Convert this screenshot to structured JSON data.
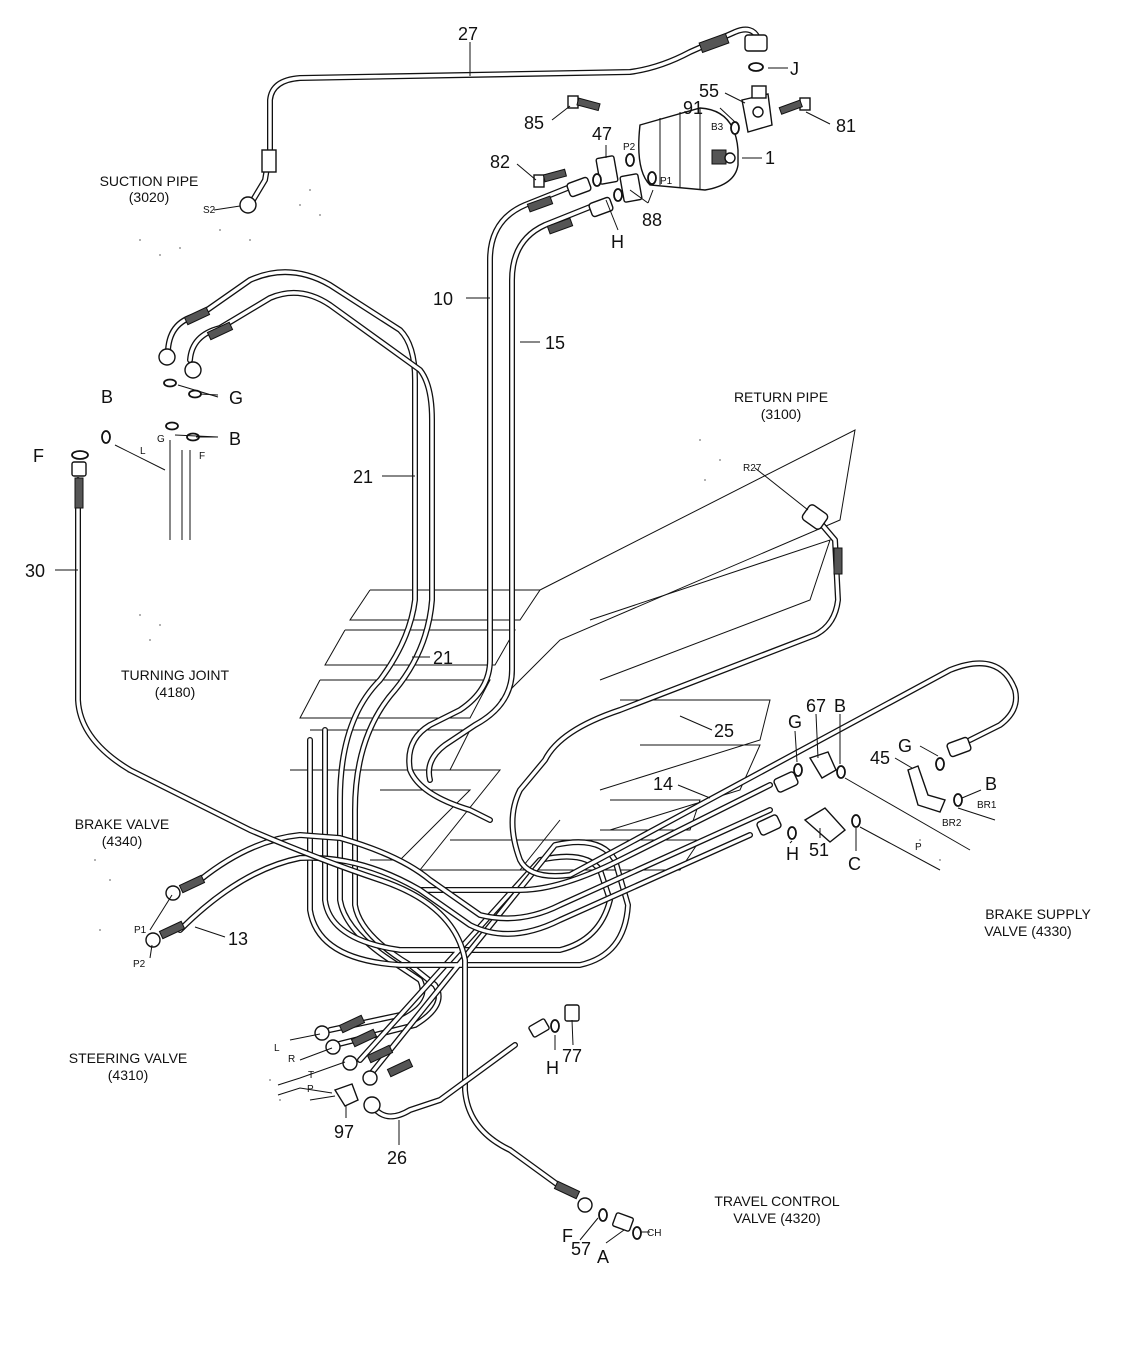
{
  "part_numbers": {
    "n27": "27",
    "n85": "85",
    "n47": "47",
    "n91": "91",
    "n55": "55",
    "n81": "81",
    "n82": "82",
    "n1": "1",
    "n88": "88",
    "n10": "10",
    "n15": "15",
    "n21a": "21",
    "n21b": "21",
    "n30": "30",
    "n25": "25",
    "n14": "14",
    "n13": "13",
    "n67": "67",
    "n45": "45",
    "n51": "51",
    "n77": "77",
    "n97": "97",
    "n26": "26",
    "n57": "57"
  },
  "letter_callouts": {
    "J": "J",
    "B1": "B",
    "G1": "G",
    "B2": "B",
    "F1": "F",
    "H1": "H",
    "G2": "G",
    "B3": "B",
    "G3": "G",
    "B4": "B",
    "H2": "H",
    "C": "C",
    "H3": "H",
    "F2": "F",
    "A": "A"
  },
  "port_labels": {
    "S2": "S2",
    "B3": "B3",
    "P2": "P2",
    "P1": "P1",
    "L1": "L",
    "G": "G",
    "F": "F",
    "R27": "R27",
    "BR1": "BR1",
    "BR2": "BR2",
    "P": "P",
    "P1b": "P1",
    "P2b": "P2",
    "L": "L",
    "R": "R",
    "T": "T",
    "Pb": "P",
    "CH": "CH"
  },
  "sections": {
    "suction_pipe": {
      "name": "SUCTION PIPE",
      "code": "(3020)"
    },
    "return_pipe": {
      "name": "RETURN PIPE",
      "code": "(3100)"
    },
    "turning_joint": {
      "name": "TURNING JOINT",
      "code": "(4180)"
    },
    "brake_valve": {
      "name": "BRAKE VALVE",
      "code": "(4340)"
    },
    "brake_supply_valve": {
      "name": "BRAKE SUPPLY",
      "code": "VALVE (4330)"
    },
    "steering_valve": {
      "name": "STEERING VALVE",
      "code": "(4310)"
    },
    "travel_control_valve": {
      "name": "TRAVEL CONTROL",
      "code": "VALVE (4320)"
    }
  }
}
